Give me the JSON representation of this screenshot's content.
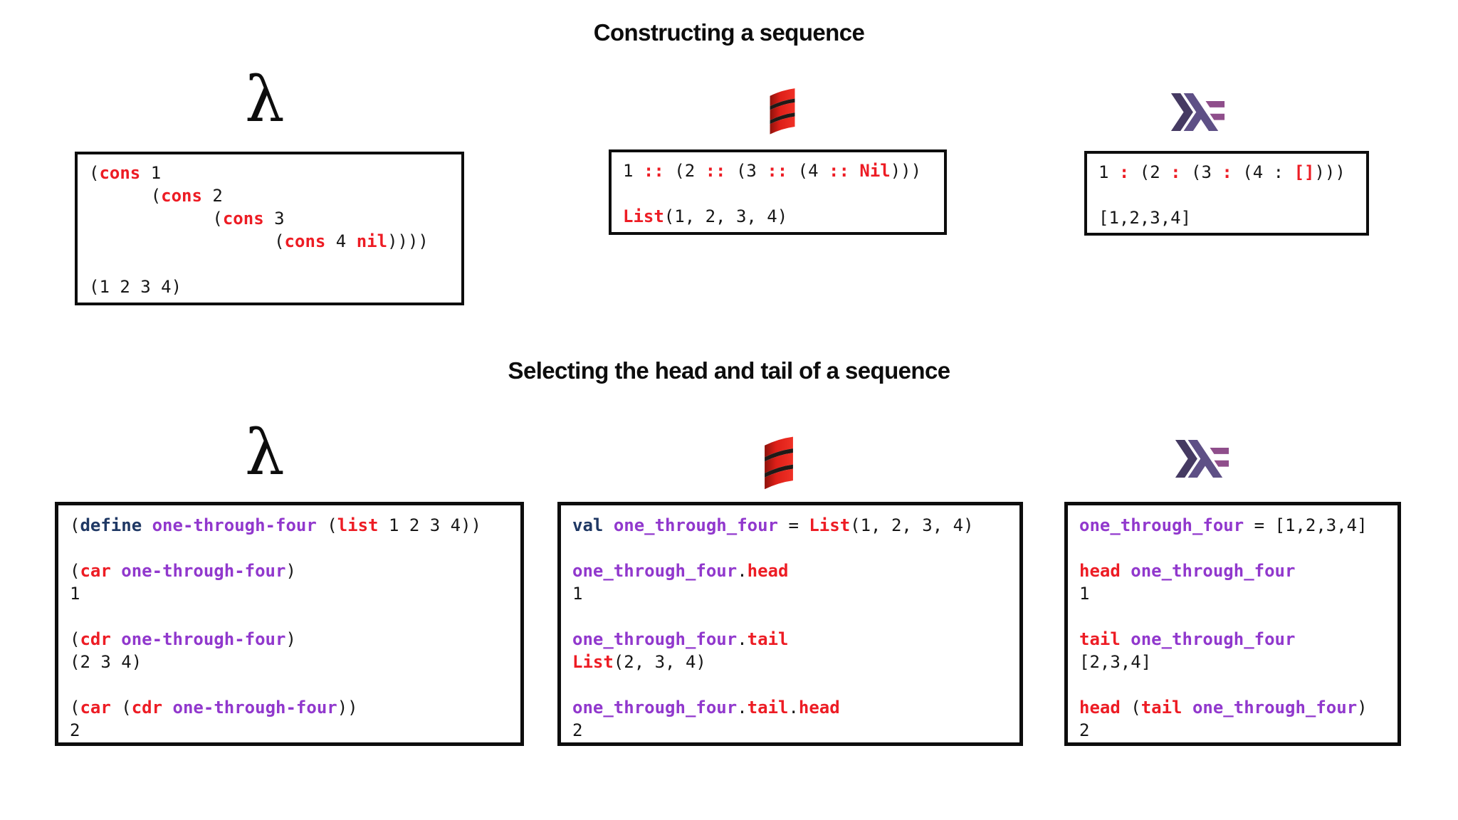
{
  "sections": {
    "construct": {
      "title": "Constructing a sequence"
    },
    "select": {
      "title": "Selecting the head and tail of a sequence"
    }
  },
  "icons": {
    "lambda_glyph": "λ",
    "lisp_icon": "lambda-icon",
    "scala_icon": "scala-logo-icon",
    "haskell_icon": "haskell-logo-icon"
  },
  "colors": {
    "ink": "#161616",
    "border": "#0d0d0d",
    "red": "#ed1c24",
    "navy": "#1f3864",
    "purple": "#9138cd",
    "scala_red_dark": "#8e120b",
    "scala_red": "#dd1f18",
    "scala_red_bright": "#f03126",
    "scala_band_dark": "#1f1a17",
    "haskell_dark": "#453a62",
    "haskell_mid": "#5e5086",
    "haskell_light": "#8f4e8b"
  },
  "boxes": {
    "construct_lisp": {
      "lines": [
        [
          [
            "k",
            "("
          ],
          [
            "r",
            "cons"
          ],
          [
            "k",
            " 1"
          ]
        ],
        [
          [
            "k",
            "      ("
          ],
          [
            "r",
            "cons"
          ],
          [
            "k",
            " 2"
          ]
        ],
        [
          [
            "k",
            "            ("
          ],
          [
            "r",
            "cons"
          ],
          [
            "k",
            " 3"
          ]
        ],
        [
          [
            "k",
            "                  ("
          ],
          [
            "r",
            "cons"
          ],
          [
            "k",
            " 4 "
          ],
          [
            "r",
            "nil"
          ],
          [
            "k",
            "))))"
          ]
        ],
        [],
        [
          [
            "k",
            "(1 2 3 4)"
          ]
        ]
      ]
    },
    "construct_scala": {
      "lines": [
        [
          [
            "k",
            "1 "
          ],
          [
            "r",
            "::"
          ],
          [
            "k",
            " (2 "
          ],
          [
            "r",
            "::"
          ],
          [
            "k",
            " (3 "
          ],
          [
            "r",
            "::"
          ],
          [
            "k",
            " (4 "
          ],
          [
            "r",
            "::"
          ],
          [
            "k",
            " "
          ],
          [
            "r",
            "Nil"
          ],
          [
            "k",
            ")))"
          ]
        ],
        [],
        [
          [
            "r",
            "List"
          ],
          [
            "k",
            "(1, 2, 3, 4)"
          ]
        ]
      ]
    },
    "construct_haskell": {
      "lines": [
        [
          [
            "k",
            "1 "
          ],
          [
            "r",
            ":"
          ],
          [
            "k",
            " (2 "
          ],
          [
            "r",
            ":"
          ],
          [
            "k",
            " (3 "
          ],
          [
            "r",
            ":"
          ],
          [
            "k",
            " (4 : "
          ],
          [
            "r",
            "[]"
          ],
          [
            "k",
            ")))"
          ]
        ],
        [],
        [
          [
            "k",
            "[1,2,3,4]"
          ]
        ]
      ]
    },
    "select_lisp": {
      "lines": [
        [
          [
            "k",
            "("
          ],
          [
            "b",
            "define"
          ],
          [
            "k",
            " "
          ],
          [
            "p",
            "one-through-four"
          ],
          [
            "k",
            " ("
          ],
          [
            "r",
            "list"
          ],
          [
            "k",
            " 1 2 3 4))"
          ]
        ],
        [],
        [
          [
            "k",
            "("
          ],
          [
            "r",
            "car"
          ],
          [
            "k",
            " "
          ],
          [
            "p",
            "one-through-four"
          ],
          [
            "k",
            ")"
          ]
        ],
        [
          [
            "k",
            "1"
          ]
        ],
        [],
        [
          [
            "k",
            "("
          ],
          [
            "r",
            "cdr"
          ],
          [
            "k",
            " "
          ],
          [
            "p",
            "one-through-four"
          ],
          [
            "k",
            ")"
          ]
        ],
        [
          [
            "k",
            "(2 3 4)"
          ]
        ],
        [],
        [
          [
            "k",
            "("
          ],
          [
            "r",
            "car"
          ],
          [
            "k",
            " ("
          ],
          [
            "r",
            "cdr"
          ],
          [
            "k",
            " "
          ],
          [
            "p",
            "one-through-four"
          ],
          [
            "k",
            "))"
          ]
        ],
        [
          [
            "k",
            "2"
          ]
        ]
      ]
    },
    "select_scala": {
      "lines": [
        [
          [
            "b",
            "val"
          ],
          [
            "k",
            " "
          ],
          [
            "p",
            "one_through_four"
          ],
          [
            "k",
            " = "
          ],
          [
            "r",
            "List"
          ],
          [
            "k",
            "(1, 2, 3, 4)"
          ]
        ],
        [],
        [
          [
            "p",
            "one_through_four"
          ],
          [
            "k",
            "."
          ],
          [
            "r",
            "head"
          ]
        ],
        [
          [
            "k",
            "1"
          ]
        ],
        [],
        [
          [
            "p",
            "one_through_four"
          ],
          [
            "k",
            "."
          ],
          [
            "r",
            "tail"
          ]
        ],
        [
          [
            "r",
            "List"
          ],
          [
            "k",
            "(2, 3, 4)"
          ]
        ],
        [],
        [
          [
            "p",
            "one_through_four"
          ],
          [
            "k",
            "."
          ],
          [
            "r",
            "tail"
          ],
          [
            "k",
            "."
          ],
          [
            "r",
            "head"
          ]
        ],
        [
          [
            "k",
            "2"
          ]
        ]
      ]
    },
    "select_haskell": {
      "lines": [
        [
          [
            "p",
            "one_through_four"
          ],
          [
            "k",
            " = [1,2,3,4]"
          ]
        ],
        [],
        [
          [
            "r",
            "head"
          ],
          [
            "k",
            " "
          ],
          [
            "p",
            "one_through_four"
          ]
        ],
        [
          [
            "k",
            "1"
          ]
        ],
        [],
        [
          [
            "r",
            "tail"
          ],
          [
            "k",
            " "
          ],
          [
            "p",
            "one_through_four"
          ]
        ],
        [
          [
            "k",
            "[2,3,4]"
          ]
        ],
        [],
        [
          [
            "r",
            "head"
          ],
          [
            "k",
            " ("
          ],
          [
            "r",
            "tail"
          ],
          [
            "k",
            " "
          ],
          [
            "p",
            "one_through_four"
          ],
          [
            "k",
            ")"
          ]
        ],
        [
          [
            "k",
            "2"
          ]
        ]
      ]
    }
  }
}
